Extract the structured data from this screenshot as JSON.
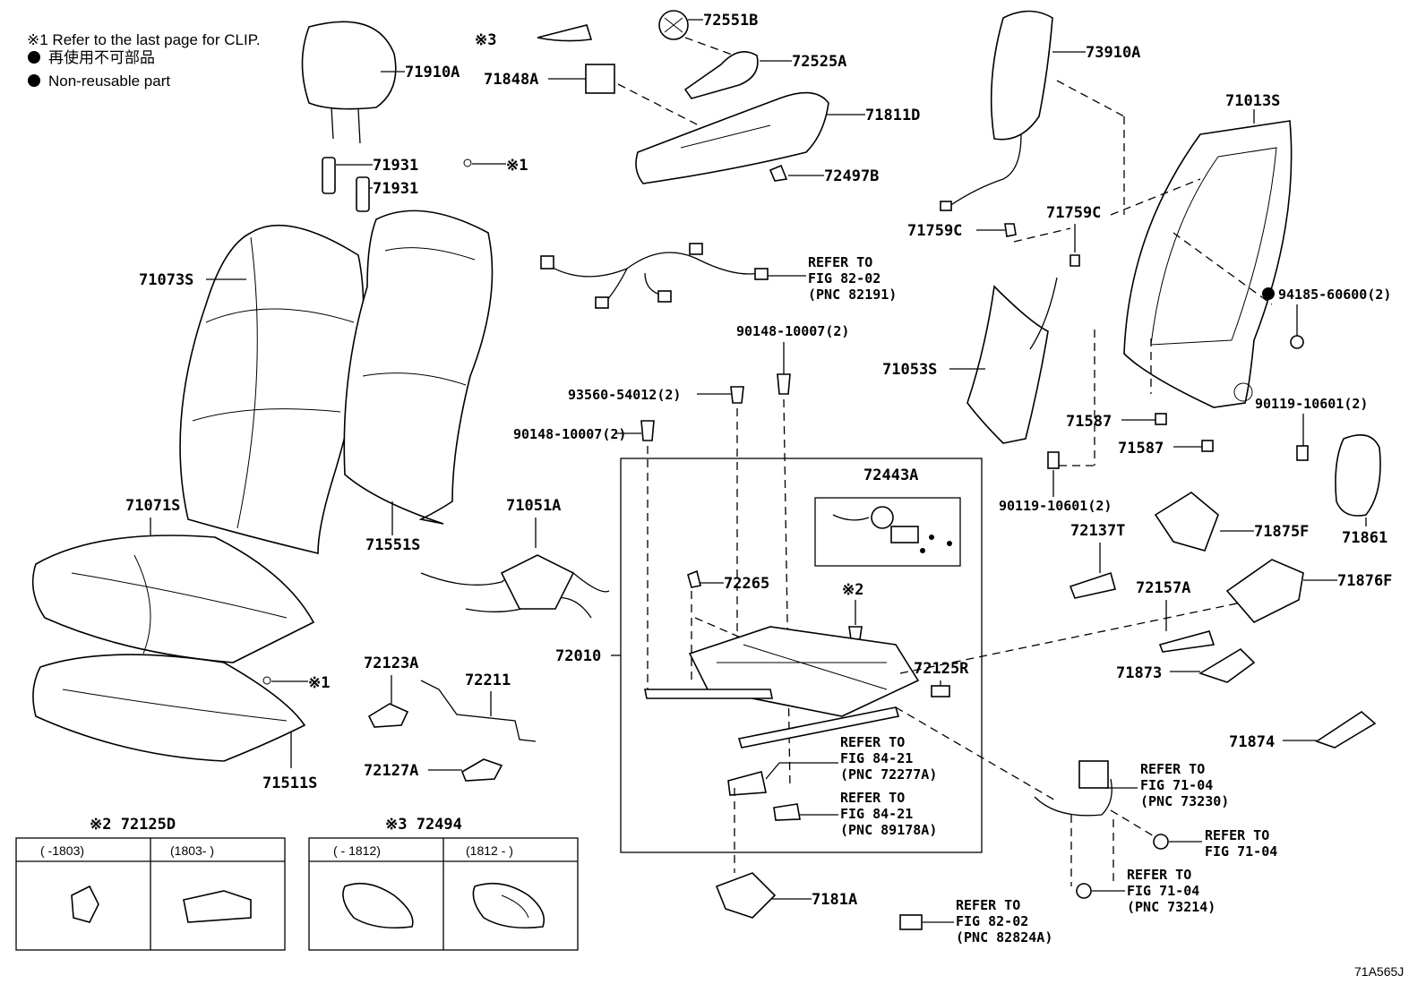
{
  "notes": {
    "clip": "※1 Refer to the last page for CLIP.",
    "jp": "再使用不可部品",
    "non_reusable": "Non-reusable part"
  },
  "parts": {
    "p71910A": "71910A",
    "p71931a": "71931",
    "p71931b": "71931",
    "clip1a": "※1",
    "p71073S": "71073S",
    "p71071S": "71071S",
    "clip1b": "※1",
    "p71511S": "71511S",
    "p71551S": "71551S",
    "mark3": "※3",
    "p72551B": "72551B",
    "p72525A": "72525A",
    "p71848A": "71848A",
    "p71811D": "71811D",
    "p72497B": "72497B",
    "p73910A": "73910A",
    "p71013S": "71013S",
    "p71759Ca": "71759C",
    "p71759Cb": "71759C",
    "p94185": "94185-60600(2)",
    "p71053S": "71053S",
    "p90119a": "90119-10601(2)",
    "p71587a": "71587",
    "p71587b": "71587",
    "p90119b": "90119-10601(2)",
    "p71861": "71861",
    "p90148a": "90148-10007(2)",
    "p93560": "93560-54012(2)",
    "p90148b": "90148-10007(2)",
    "p71051A": "71051A",
    "p72443A": "72443A",
    "p72265": "72265",
    "mark2": "※2",
    "p72010": "72010",
    "p72125R": "72125R",
    "p72123A": "72123A",
    "p72211": "72211",
    "p72127A": "72127A",
    "p72137T": "72137T",
    "p71875F": "71875F",
    "p72157A": "72157A",
    "p71876F": "71876F",
    "p71873": "71873",
    "p71874": "71874",
    "p7181A": "7181A",
    "code": "71A565J"
  },
  "refs": {
    "r8202a": [
      "REFER TO",
      "FIG 82-02",
      "(PNC 82191)"
    ],
    "r8421a": [
      "REFER TO",
      "FIG 84-21",
      "(PNC 72277A)"
    ],
    "r8421b": [
      "REFER TO",
      "FIG 84-21",
      "(PNC 89178A)"
    ],
    "r7104a": [
      "REFER TO",
      "FIG 71-04",
      "(PNC 73230)"
    ],
    "r7104b": [
      "REFER TO",
      "FIG 71-04"
    ],
    "r7104c": [
      "REFER TO",
      "FIG 71-04",
      "(PNC 73214)"
    ],
    "r8202b": [
      "REFER TO",
      "FIG 82-02",
      "(PNC 82824A)"
    ]
  },
  "tables": {
    "t72125D": {
      "title": "※2 72125D",
      "col1": "(      -1803)",
      "col2": "(1803-       )"
    },
    "t72494": {
      "title": "※3 72494",
      "col1": "(    - 1812)",
      "col2": "(1812 -     )"
    }
  },
  "icons": [
    "non-reusable-dot-icon"
  ]
}
